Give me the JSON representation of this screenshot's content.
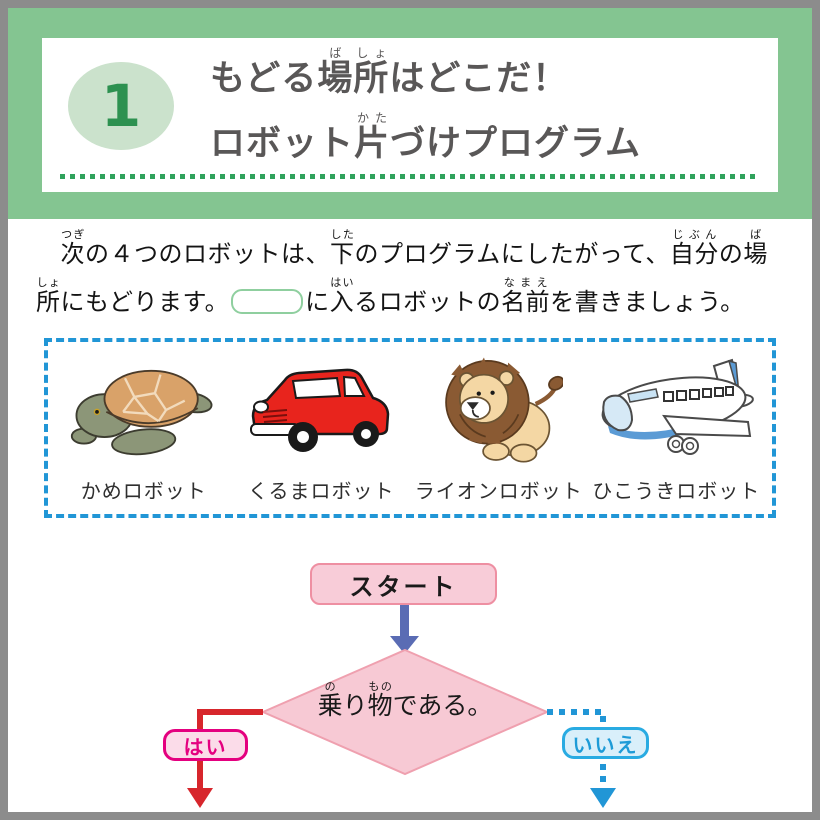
{
  "header": {
    "number_badge": {
      "value": "1"
    },
    "title_lines": [
      {
        "segments": [
          {
            "t": "もどる"
          },
          {
            "t": "場",
            "r": "ば"
          },
          {
            "t": "所",
            "r": "しょ"
          },
          {
            "t": "はどこだ！"
          }
        ]
      },
      {
        "segments": [
          {
            "t": "ロボット"
          },
          {
            "t": "片",
            "r": "かた"
          },
          {
            "t": "づけプログラム"
          }
        ]
      }
    ],
    "colors": {
      "band_green": "#84C591",
      "circle_light_green": "#CBE2CC",
      "number_green": "#2D9150",
      "title_gray": "#595757",
      "dotted_line_green": "#2FA25C"
    }
  },
  "instructions": {
    "line1_segments": [
      {
        "t": "　"
      },
      {
        "t": "次",
        "r": "つぎ"
      },
      {
        "t": "の４つのロボットは、"
      },
      {
        "t": "下",
        "r": "した"
      },
      {
        "t": "のプログラムにしたがって、"
      },
      {
        "t": "自分",
        "r": "じぶん"
      },
      {
        "t": "の"
      },
      {
        "t": "場",
        "r": "ば"
      }
    ],
    "line2_pre_segments": [
      {
        "t": "所",
        "r": "しょ"
      },
      {
        "t": "にもどります。"
      }
    ],
    "answer_box": {
      "value": "",
      "border_color": "#8FCF9F"
    },
    "line2_post_segments": [
      {
        "t": "に"
      },
      {
        "t": "入",
        "r": "はい"
      },
      {
        "t": "るロボットの"
      },
      {
        "t": "名前",
        "r": "なまえ"
      },
      {
        "t": "を書きましょう。"
      }
    ]
  },
  "robots": {
    "box_border_color": "#2196D6",
    "items": [
      {
        "label": "かめロボット",
        "icon": "turtle-robot-icon"
      },
      {
        "label": "くるまロボット",
        "icon": "car-robot-icon"
      },
      {
        "label": "ライオンロボット",
        "icon": "lion-robot-icon"
      },
      {
        "label": "ひこうきロボット",
        "icon": "airplane-robot-icon"
      }
    ]
  },
  "flowchart": {
    "start": {
      "label": "スタート",
      "fill": "#F8CCD8",
      "border": "#EE8FA2"
    },
    "start_arrow_color": "#5A6CB4",
    "decision": {
      "segments": [
        {
          "t": "乗",
          "r": "の"
        },
        {
          "t": "り"
        },
        {
          "t": "物",
          "r": "もの"
        },
        {
          "t": "である。"
        }
      ],
      "fill": "#F7C9D4",
      "border": "#EFA0AF"
    },
    "yes_branch": {
      "label": "はい",
      "border": "#E4007F",
      "fill": "#FBDCE9",
      "arrow_color": "#D7262C",
      "arrow_style": "solid"
    },
    "no_branch": {
      "label": "いいえ",
      "border": "#29ABE2",
      "fill": "#D9EFFA",
      "arrow_color": "#2196D6",
      "arrow_style": "dotted"
    }
  },
  "page": {
    "frame_color": "#8C8C8C",
    "background": "#FFFFFF"
  }
}
